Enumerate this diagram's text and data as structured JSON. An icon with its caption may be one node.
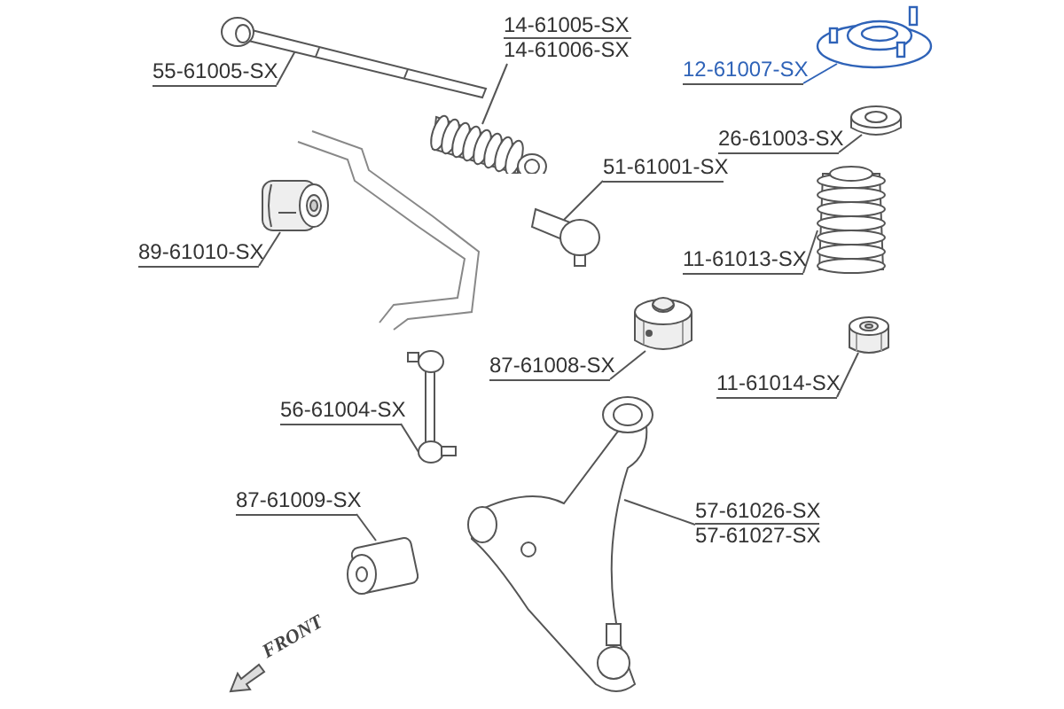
{
  "diagram": {
    "nodes": [
      {
        "text": [
          "14-61005-SX",
          "14-61006-SX"
        ]
      },
      {
        "text": [],
        "shape": "picture"
      },
      {
        "text": [
          "12-61007-SX"
        ]
      },
      {
        "text": [],
        "shape": "picture"
      },
      {
        "text": [
          "55-61005-SX"
        ]
      },
      {
        "text": [],
        "shape": "picture"
      },
      {
        "text": [
          "26-61003-SX"
        ]
      },
      {
        "text": [],
        "shape": "picture"
      },
      {
        "text": [
          "51-61001-SX"
        ]
      },
      {
        "text": [],
        "shape": "picture"
      },
      {
        "text": [
          "89-61010-SX"
        ]
      },
      {
        "text": [],
        "shape": "picture"
      },
      {
        "text": [
          "11-61013-SX"
        ]
      },
      {
        "text": [],
        "shape": "picture"
      },
      {
        "text": [
          "87-61008-SX"
        ]
      },
      {
        "text": [],
        "shape": "picture"
      },
      {
        "text": [
          "11-61014-SX"
        ]
      },
      {
        "text": [],
        "shape": "picture"
      },
      {
        "text": [
          "56-61004-SX"
        ]
      },
      {
        "text": [],
        "shape": "picture"
      },
      {
        "text": [
          "87-61009-SX"
        ]
      },
      {
        "text": [],
        "shape": "picture"
      },
      {
        "text": [
          "57-61026-SX",
          "57-61027-SX"
        ]
      },
      {
        "text": [],
        "shape": "picture"
      }
    ],
    "edges": [
      {
        "from": 0,
        "to": 1,
        "arrow": "none"
      },
      {
        "from": 2,
        "to": 3,
        "arrow": "none",
        "color": "#2f63b8"
      },
      {
        "from": 4,
        "to": 5,
        "arrow": "none"
      },
      {
        "from": 6,
        "to": 7,
        "arrow": "none"
      },
      {
        "from": 8,
        "to": 9,
        "arrow": "none"
      },
      {
        "from": 10,
        "to": 11,
        "arrow": "none"
      },
      {
        "from": 12,
        "to": 13,
        "arrow": "none"
      },
      {
        "from": 14,
        "to": 15,
        "arrow": "none"
      },
      {
        "from": 16,
        "to": 17,
        "arrow": "none"
      },
      {
        "from": 18,
        "to": 19,
        "arrow": "none"
      },
      {
        "from": 20,
        "to": 21,
        "arrow": "none"
      },
      {
        "from": 22,
        "to": 23,
        "arrow": "none"
      }
    ],
    "labels": [
      "FRONT"
    ]
  }
}
